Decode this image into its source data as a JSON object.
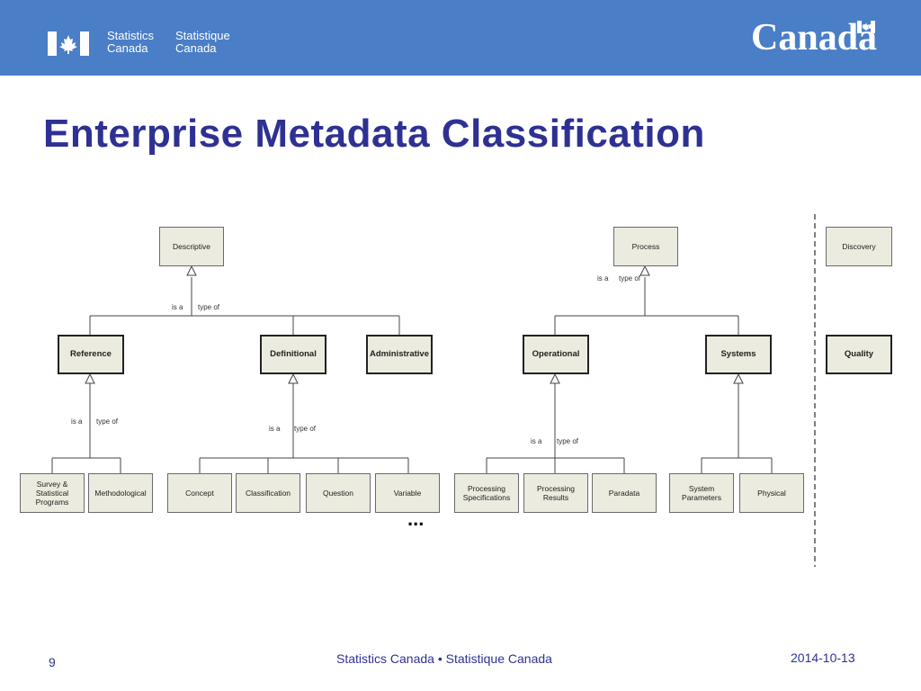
{
  "header": {
    "agency_en_1": "Statistics",
    "agency_en_2": "Canada",
    "agency_fr_1": "Statistique",
    "agency_fr_2": "Canada",
    "wordmark": "Canadä",
    "banner_color": "#4a7ec6"
  },
  "title": "Enterprise Metadata Classification",
  "diagram": {
    "descriptive": "Descriptive",
    "reference": "Reference",
    "definitional": "Definitional",
    "administrative": "Administrative",
    "survey_programs": "Survey & Statistical Programs",
    "methodological": "Methodological",
    "concept": "Concept",
    "classification": "Classification",
    "question": "Question",
    "variable": "Variable",
    "process": "Process",
    "operational": "Operational",
    "systems": "Systems",
    "processing_specifications": "Processing Specifications",
    "processing_results": "Processing Results",
    "paradata": "Paradata",
    "system_parameters": "System Parameters",
    "physical": "Physical",
    "discovery": "Discovery",
    "quality": "Quality",
    "is_a": "is a",
    "type_of": "type of",
    "ellipsis": "..."
  },
  "footer": {
    "page_number": "9",
    "center_text": "Statistics Canada • Statistique Canada",
    "date": "2014-10-13"
  }
}
